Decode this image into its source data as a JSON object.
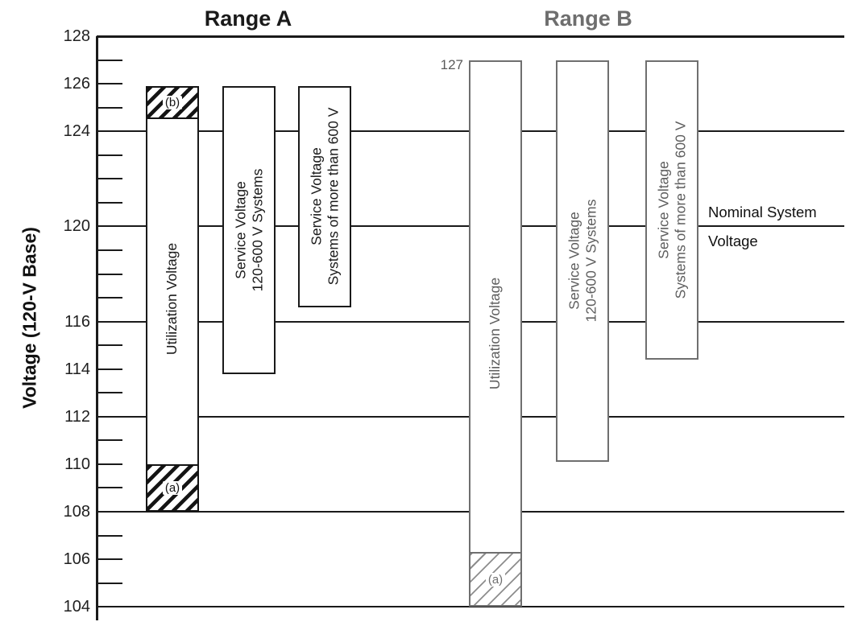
{
  "chart_data": {
    "type": "bar",
    "ylabel": "Voltage (120-V Base)",
    "ylim": [
      103.3,
      128
    ],
    "group_titles": [
      "Range A",
      "Range B"
    ],
    "gridline_values": [
      124,
      120,
      116,
      112,
      108,
      104
    ],
    "frame_value": 128,
    "tick_range": {
      "min": 104,
      "max": 127,
      "step": 1
    },
    "labeled_ticks": [
      128,
      126,
      124,
      120,
      116,
      114,
      112,
      110,
      108,
      106,
      104
    ],
    "bars": [
      {
        "id": "bar-range-a-utilization",
        "range": "A",
        "label_lines": [
          "Utilization Voltage"
        ],
        "top": 125.9,
        "bottom": 108,
        "hatches": [
          {
            "from": 108,
            "to": 110,
            "note": "(a)"
          },
          {
            "from": 124.5,
            "to": 125.9,
            "note": "(b)"
          }
        ]
      },
      {
        "id": "bar-range-a-service-120-600",
        "range": "A",
        "label_lines": [
          "Service Voltage",
          "120-600 V Systems"
        ],
        "top": 125.9,
        "bottom": 113.8,
        "hatches": []
      },
      {
        "id": "bar-range-a-service-over-600",
        "range": "A",
        "label_lines": [
          "Service Voltage",
          "Systems of more than 600 V"
        ],
        "top": 125.9,
        "bottom": 116.6,
        "hatches": []
      },
      {
        "id": "bar-range-b-utilization",
        "range": "B",
        "label_lines": [
          "Utilization Voltage"
        ],
        "top": 127,
        "bottom": 104,
        "hatches": [
          {
            "from": 104,
            "to": 106.3,
            "note": "(a)"
          }
        ]
      },
      {
        "id": "bar-range-b-service-120-600",
        "range": "B",
        "label_lines": [
          "Service Voltage",
          "120-600 V Systems"
        ],
        "top": 127,
        "bottom": 110.1,
        "hatches": []
      },
      {
        "id": "bar-range-b-service-over-600",
        "range": "B",
        "label_lines": [
          "Service Voltage",
          "Systems of more than 600 V"
        ],
        "top": 127,
        "bottom": 114.4,
        "hatches": []
      }
    ],
    "annotations": {
      "range_b_max_label": "127",
      "nominal_line1": "Nominal System",
      "nominal_line2": "Voltage",
      "nominal_value": 120
    },
    "colors": {
      "range_a": "#1a1a1a",
      "range_b": "#6f6f6f",
      "grid": "#1a1a1a",
      "background": "#ffffff"
    },
    "legend": "none",
    "grid": "horizontal"
  }
}
